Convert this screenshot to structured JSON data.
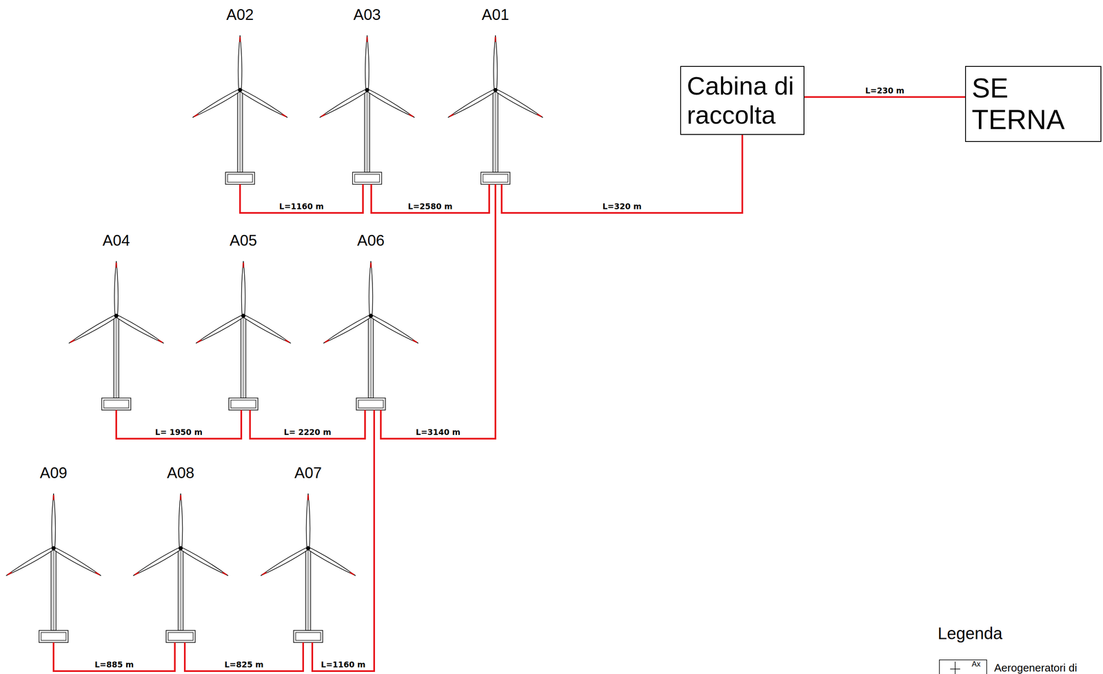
{
  "diagram": {
    "nodes": [
      {
        "text": [
          "A02"
        ]
      },
      {
        "text": [
          "A03"
        ]
      },
      {
        "text": [
          "A01"
        ]
      },
      {
        "text": [
          "Cabina di raccolta"
        ]
      },
      {
        "text": [
          "SE TERNA"
        ]
      },
      {
        "text": [
          "A04"
        ]
      },
      {
        "text": [
          "A05"
        ]
      },
      {
        "text": [
          "A06"
        ]
      },
      {
        "text": [
          "A09"
        ]
      },
      {
        "text": [
          "A08"
        ]
      },
      {
        "text": [
          "A07"
        ]
      }
    ],
    "edges": [
      {
        "from": 0,
        "to": 1,
        "label": "L=1160 m",
        "arrow": "none"
      },
      {
        "from": 1,
        "to": 2,
        "label": "L=2580 m",
        "arrow": "none"
      },
      {
        "from": 2,
        "to": 3,
        "label": "L=320 m",
        "arrow": "none"
      },
      {
        "from": 3,
        "to": 4,
        "label": "L=230 m",
        "arrow": "none"
      },
      {
        "from": 5,
        "to": 6,
        "label": "L= 1950 m",
        "arrow": "none"
      },
      {
        "from": 6,
        "to": 7,
        "label": "L= 2220 m",
        "arrow": "none"
      },
      {
        "from": 7,
        "to": 2,
        "label": "L=3140 m",
        "arrow": "none"
      },
      {
        "from": 8,
        "to": 9,
        "label": "L=885 m",
        "arrow": "none"
      },
      {
        "from": 9,
        "to": 10,
        "label": "L=825 m",
        "arrow": "none"
      },
      {
        "from": 10,
        "to": 7,
        "label": "L=1160 m",
        "arrow": "none"
      }
    ],
    "labels": [
      "Legenda",
      "Ax"
    ],
    "legend": [
      {
        "text": "Aerogeneratori di"
      }
    ]
  }
}
